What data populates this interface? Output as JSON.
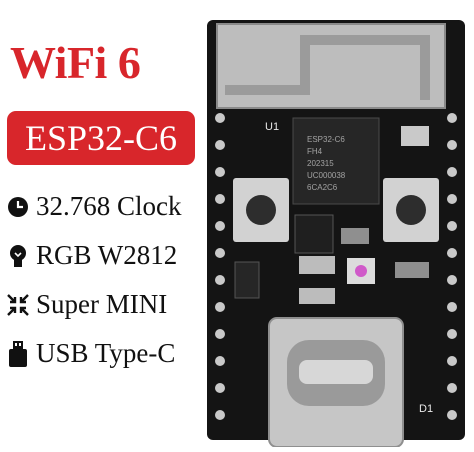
{
  "title": "WiFi 6",
  "badge": "ESP32-C6",
  "features": [
    {
      "icon": "clock-icon",
      "label": "32.768 Clock"
    },
    {
      "icon": "bulb-icon",
      "label": "RGB W2812"
    },
    {
      "icon": "shrink-arrows-icon",
      "label": "Super MINI"
    },
    {
      "icon": "usb-plug-icon",
      "label": "USB Type-C"
    }
  ],
  "board": {
    "silkscreen_u1": "U1",
    "silkscreen_d1": "D1",
    "chip_text": [
      "ESP32-C6",
      "FH4",
      "202315",
      "UC000038",
      "6CA2C6"
    ]
  },
  "colors": {
    "accent": "#d8262b",
    "pcb": "#111111"
  }
}
